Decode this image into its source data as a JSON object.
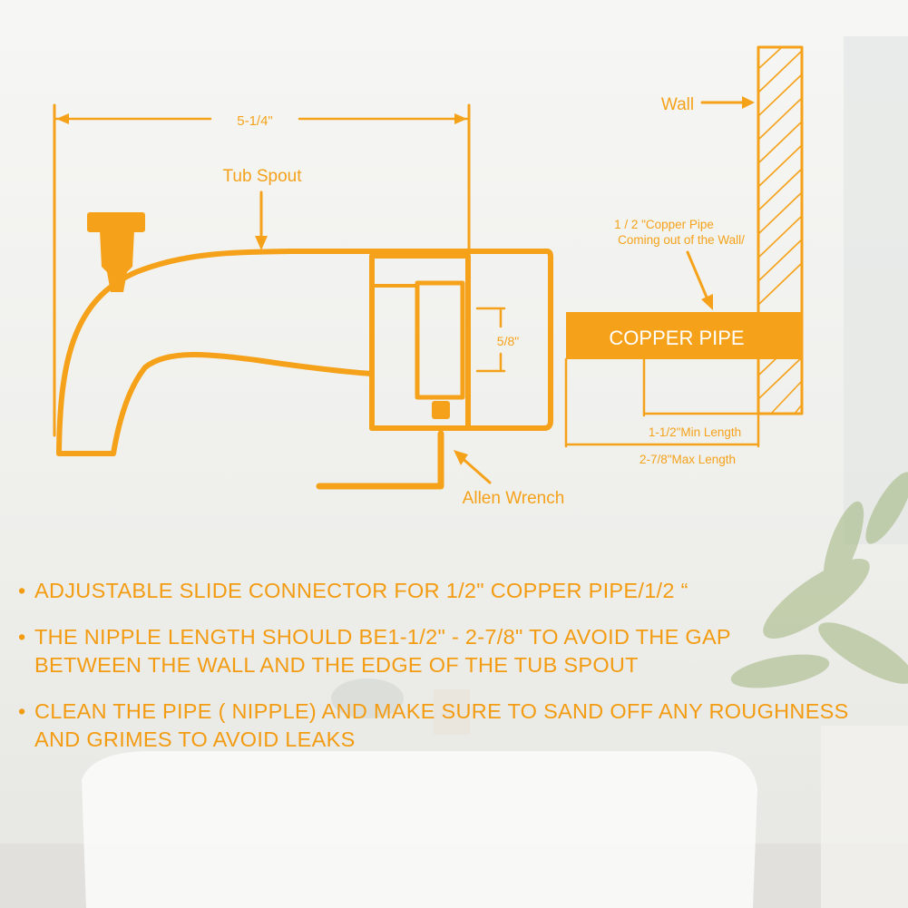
{
  "colors": {
    "accent": "#f5a21a",
    "background": "#f4f4f2"
  },
  "diagram": {
    "dim_top": "5-1/4\"",
    "tub_spout": "Tub Spout",
    "dim_inner": "5/8\"",
    "allen_wrench": "Allen Wrench",
    "wall": "Wall",
    "pipe_note_line1": "1 / 2 \"Copper Pipe",
    "pipe_note_line2": "Coming out of the Wall/",
    "copper_pipe": "COPPER PIPE",
    "min_length": "1-1/2\"Min Length",
    "max_length": "2-7/8\"Max Length"
  },
  "bullets": [
    {
      "marker": "•",
      "text": "ADJUSTABLE SLIDE CONNECTOR FOR 1/2\" COPPER PIPE/1/2  “"
    },
    {
      "marker": "•",
      "text": "THE NIPPLE LENGTH SHOULD BE1-1/2\" - 2-7/8\" TO AVOID THE GAP\nBETWEEN THE WALL  AND THE EDGE OF THE TUB SPOUT"
    },
    {
      "marker": "•",
      "text": "CLEAN THE PIPE ( NIPPLE) AND MAKE SURE TO SAND OFF ANY ROUGHNESS\nAND GRIMES TO AVOID LEAKS"
    }
  ]
}
